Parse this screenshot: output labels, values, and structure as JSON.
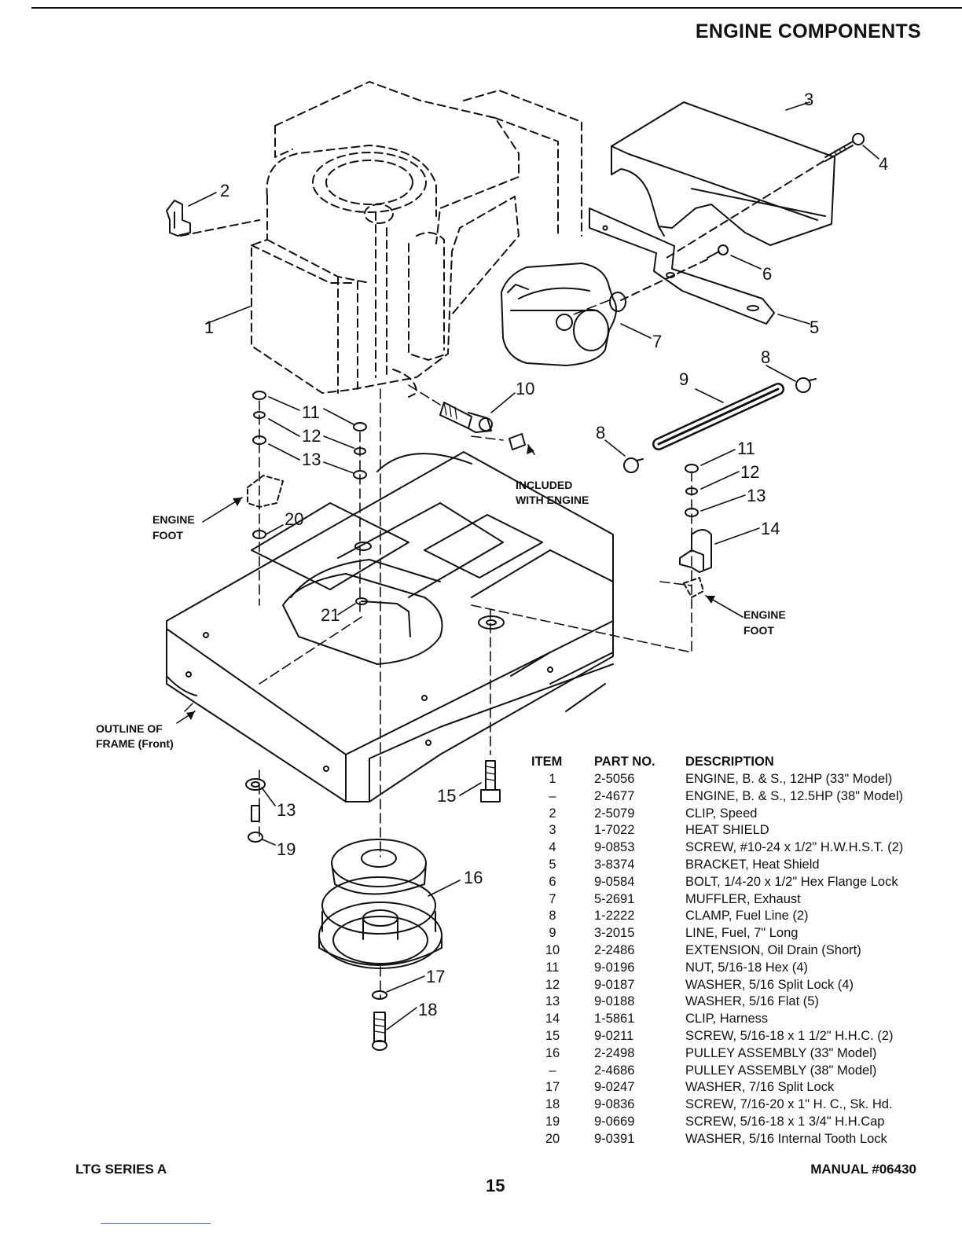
{
  "header": {
    "title": "ENGINE COMPONENTS"
  },
  "callouts": {
    "c1": "1",
    "c2": "2",
    "c3": "3",
    "c4": "4",
    "c5": "5",
    "c6": "6",
    "c7": "7",
    "c8a": "8",
    "c8b": "8",
    "c9": "9",
    "c10": "10",
    "c11a": "11",
    "c12a": "12",
    "c13a": "13",
    "c11b": "11",
    "c12b": "12",
    "c13b": "13",
    "c14": "14",
    "c15": "15",
    "c16": "16",
    "c17": "17",
    "c18": "18",
    "c13c": "13",
    "c19": "19",
    "c20": "20",
    "c21": "21"
  },
  "notes": {
    "included_1": "INCLUDED",
    "included_2": "WITH ENGINE",
    "engine_foot_left_1": "ENGINE",
    "engine_foot_left_2": "FOOT",
    "engine_foot_right_1": "ENGINE",
    "engine_foot_right_2": "FOOT",
    "outline_1": "OUTLINE OF",
    "outline_2": "FRAME (Front)"
  },
  "parts_table": {
    "headers": [
      "ITEM",
      "PART NO.",
      "DESCRIPTION"
    ],
    "rows": [
      [
        "1",
        "2-5056",
        "ENGINE, B. & S., 12HP (33\" Model)"
      ],
      [
        "–",
        "2-4677",
        "ENGINE, B. & S., 12.5HP (38\" Model)"
      ],
      [
        "2",
        "2-5079",
        "CLIP, Speed"
      ],
      [
        "3",
        "1-7022",
        "HEAT SHIELD"
      ],
      [
        "4",
        "9-0853",
        "SCREW, #10-24 x 1/2\" H.W.H.S.T. (2)"
      ],
      [
        "5",
        "3-8374",
        "BRACKET, Heat Shield"
      ],
      [
        "6",
        "9-0584",
        "BOLT, 1/4-20 x 1/2\" Hex Flange Lock"
      ],
      [
        "7",
        "5-2691",
        "MUFFLER, Exhaust"
      ],
      [
        "8",
        "1-2222",
        "CLAMP, Fuel Line (2)"
      ],
      [
        "9",
        "3-2015",
        "LINE, Fuel, 7\" Long"
      ],
      [
        "10",
        "2-2486",
        "EXTENSION, Oil Drain (Short)"
      ],
      [
        "11",
        "9-0196",
        "NUT, 5/16-18 Hex (4)"
      ],
      [
        "12",
        "9-0187",
        "WASHER, 5/16 Split Lock (4)"
      ],
      [
        "13",
        "9-0188",
        "WASHER, 5/16 Flat (5)"
      ],
      [
        "14",
        "1-5861",
        "CLIP, Harness"
      ],
      [
        "15",
        "9-0211",
        "SCREW, 5/16-18 x 1 1/2\" H.H.C. (2)"
      ],
      [
        "16",
        "2-2498",
        "PULLEY ASSEMBLY (33\" Model)"
      ],
      [
        "–",
        "2-4686",
        "PULLEY ASSEMBLY (38\" Model)"
      ],
      [
        "17",
        "9-0247",
        "WASHER, 7/16 Split Lock"
      ],
      [
        "18",
        "9-0836",
        "SCREW, 7/16-20 x 1\" H. C., Sk. Hd."
      ],
      [
        "19",
        "9-0669",
        "SCREW, 5/16-18 x 1 3/4\" H.H.Cap"
      ],
      [
        "20",
        "9-0391",
        "WASHER, 5/16 Internal Tooth Lock"
      ]
    ]
  },
  "footer": {
    "series": "LTG SERIES A",
    "page_number": "15",
    "manual": "MANUAL #06430"
  }
}
